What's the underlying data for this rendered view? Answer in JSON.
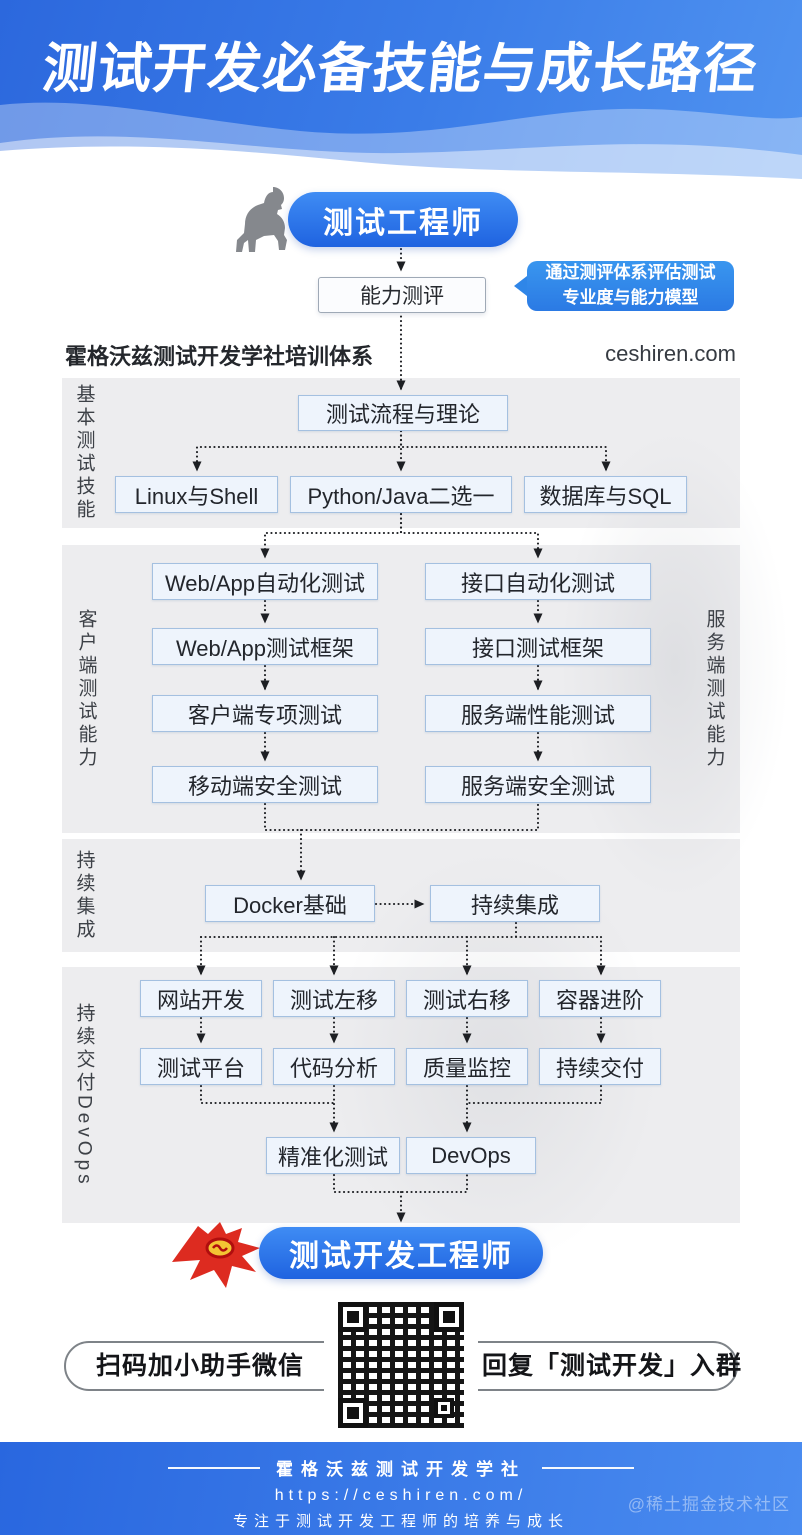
{
  "header": {
    "title": "测试开发必备技能与成长路径"
  },
  "flow": {
    "start_role": "测试工程师",
    "assessment": "能力测评",
    "callout": {
      "line1": "通过测评体系评估测试",
      "line2": "专业度与能力模型"
    },
    "end_role": "测试开发工程师"
  },
  "program": {
    "title": "霍格沃兹测试开发学社培训体系",
    "site": "ceshiren.com"
  },
  "panels": {
    "basic": {
      "label": "基本测试技能",
      "top_box": "测试流程与理论",
      "row": [
        "Linux与Shell",
        "Python/Java二选一",
        "数据库与SQL"
      ]
    },
    "client_server": {
      "left_label": "客户端测试能力",
      "right_label": "服务端测试能力",
      "left": [
        "Web/App自动化测试",
        "Web/App测试框架",
        "客户端专项测试",
        "移动端安全测试"
      ],
      "right": [
        "接口自动化测试",
        "接口测试框架",
        "服务端性能测试",
        "服务端安全测试"
      ]
    },
    "ci": {
      "label": "持续集成",
      "boxes": [
        "Docker基础",
        "持续集成"
      ]
    },
    "cd": {
      "label": "持续交付DevOps",
      "row1": [
        "网站开发",
        "测试左移",
        "测试右移",
        "容器进阶"
      ],
      "row2": [
        "测试平台",
        "代码分析",
        "质量监控",
        "持续交付"
      ],
      "row3": [
        "精准化测试",
        "DevOps"
      ]
    }
  },
  "qr": {
    "left_text": "扫码加小助手微信",
    "right_text": "回复「测试开发」入群"
  },
  "footer": {
    "org": "霍格沃兹测试开发学社",
    "url": "https://ceshiren.com/",
    "slogan": "专注于测试开发工程师的培养与成长",
    "watermark": "@稀土掘金技术社区"
  },
  "icons": {
    "start": "ape-icon",
    "end": "superhero-icon",
    "qr": "qr-code"
  },
  "colors": {
    "header_blue": "#2c68dd",
    "pill_blue": "#2b74ec",
    "callout_blue": "#2f86e8",
    "box_fill": "#eef4fc",
    "box_border": "#a4c0e0",
    "panel_bg": "#ededef",
    "hero_red": "#dd2b20",
    "ape_gray": "#85888d",
    "arrow_dark": "#1d1f23"
  }
}
